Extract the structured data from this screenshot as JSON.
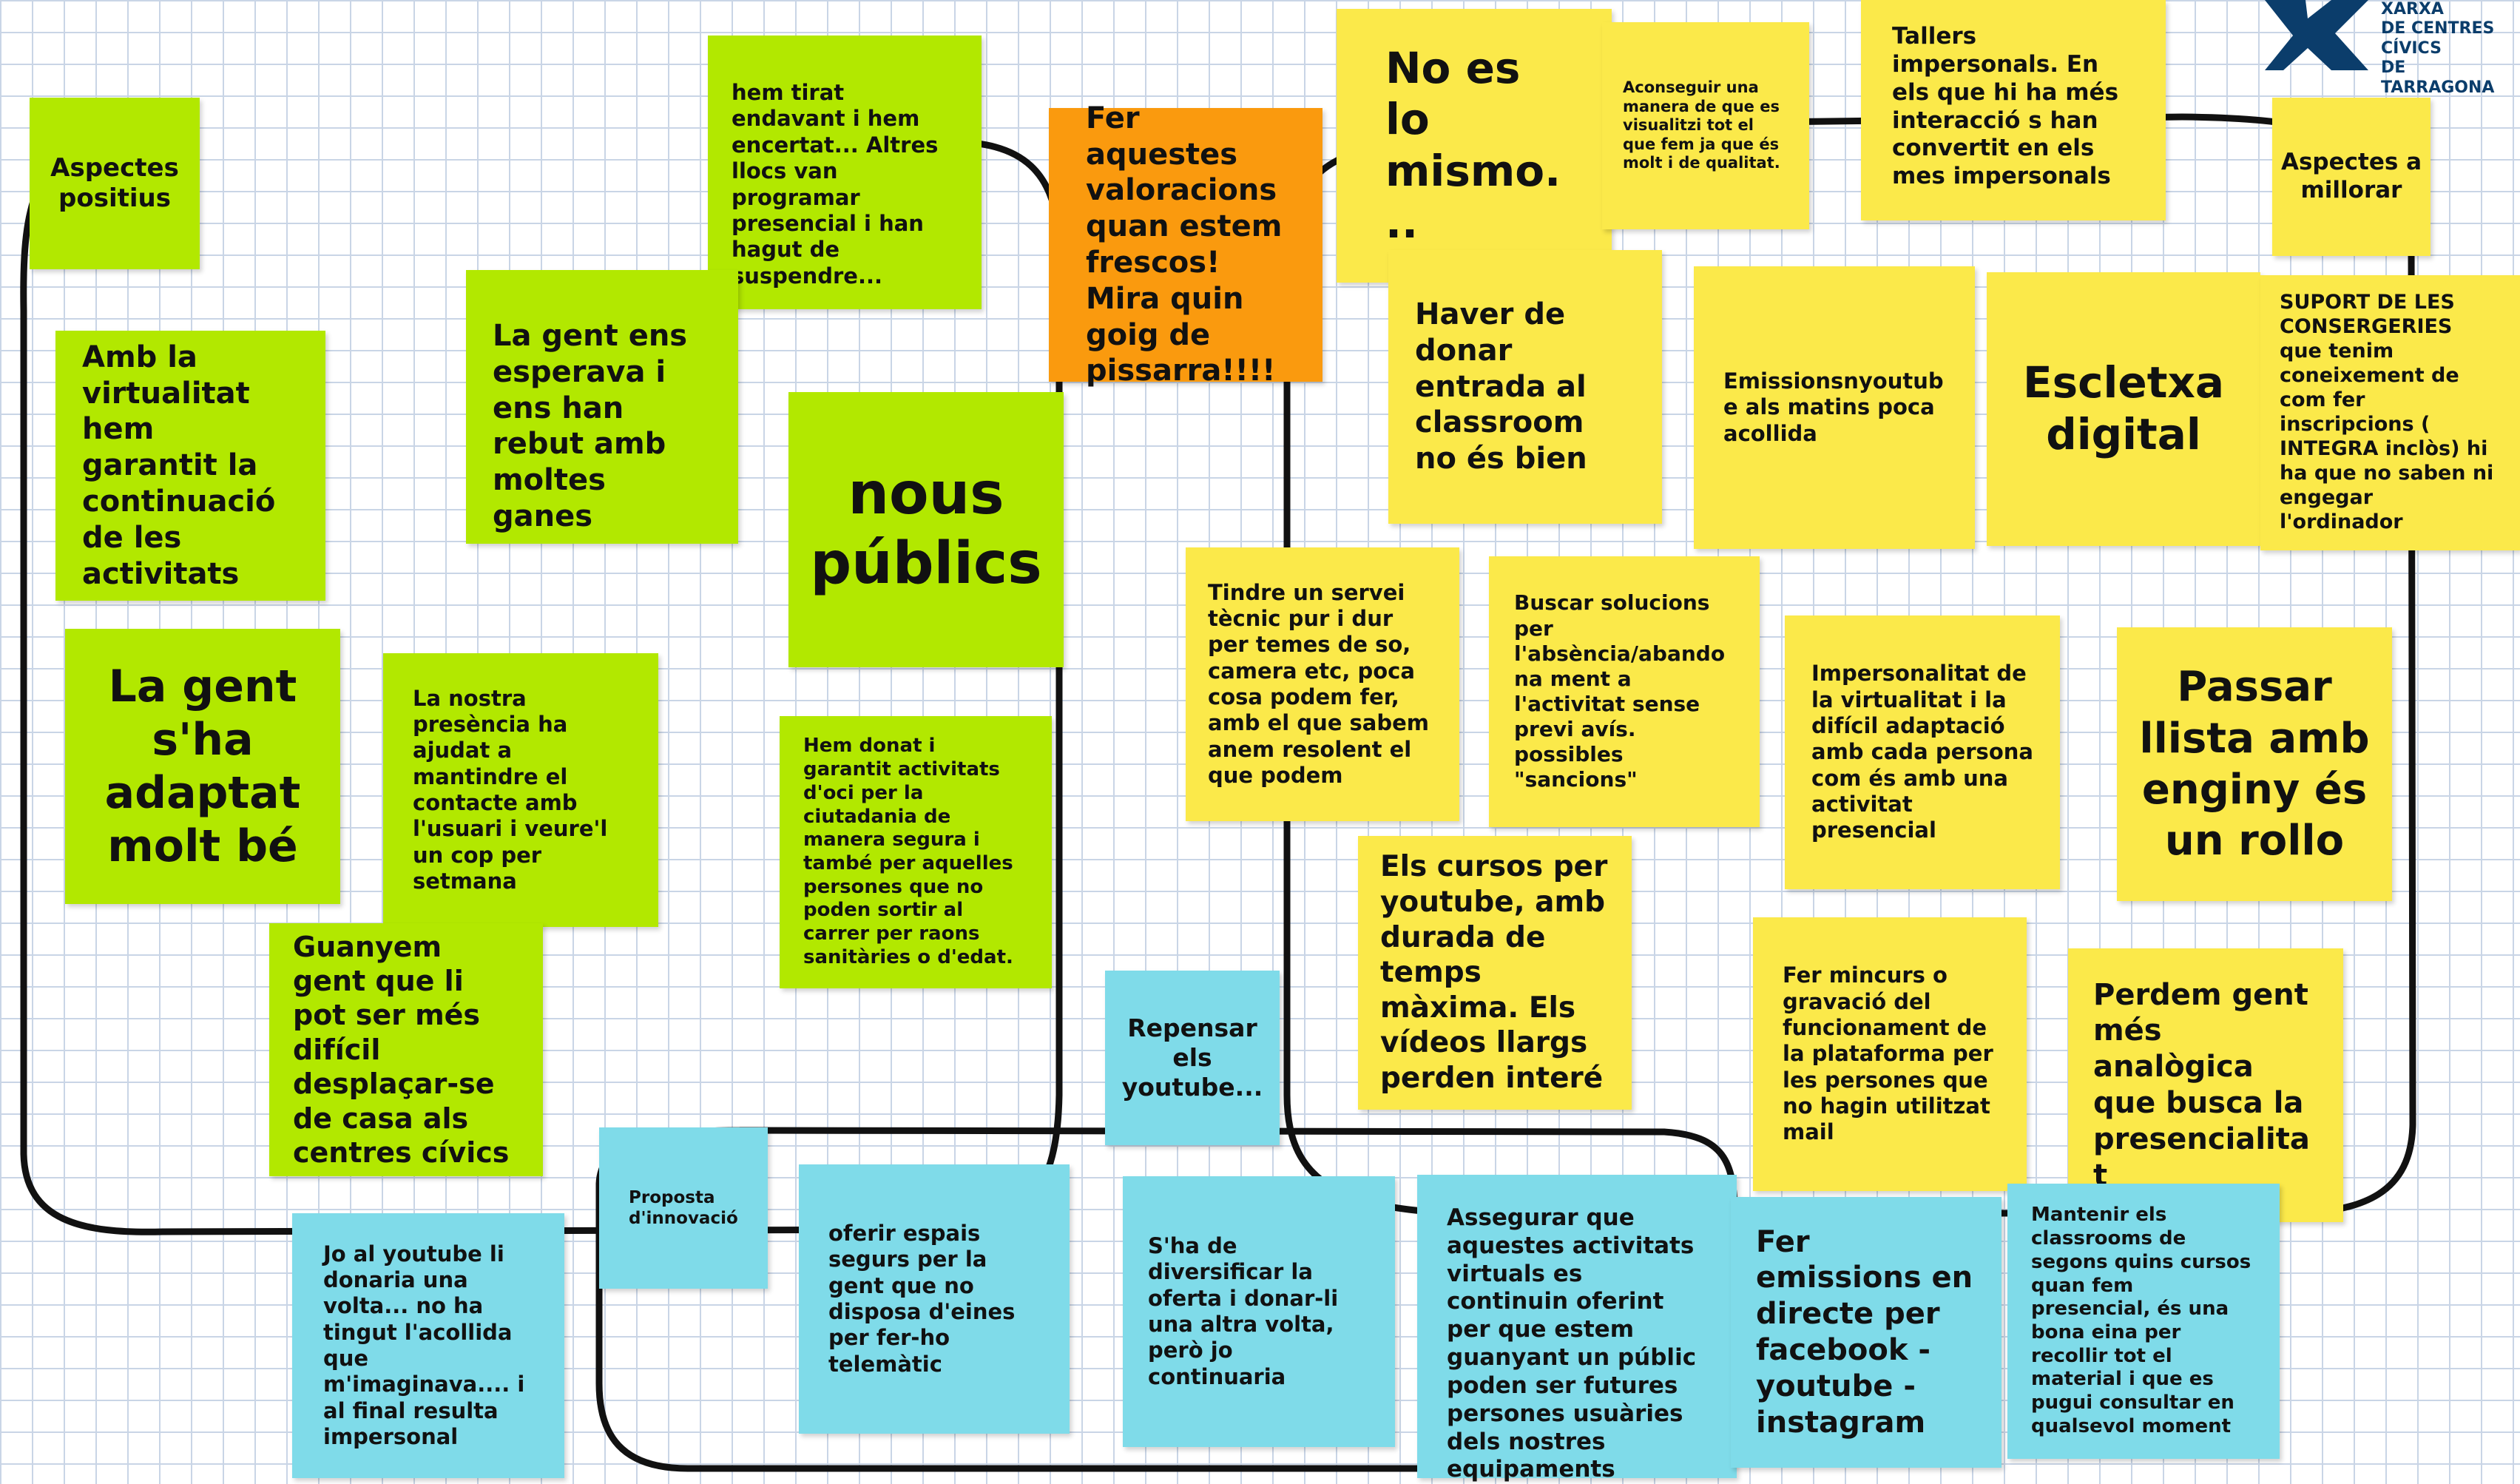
{
  "logo": {
    "lines": [
      "XARXA",
      "DE CENTRES",
      "CÍVICS",
      "DE TARRAGONA"
    ]
  },
  "notes": {
    "aspectes_positius": "Aspectes positius",
    "hem_tirat_endavant": "hem tirat endavant i hem encertat... Altres llocs van programar presencial i han hagut de suspendre...",
    "fer_aquestes_valoracions": "Fer aquestes valoracions quan estem frescos! Mira quin goig de pissarra!!!!",
    "no_es_lo_mismo": "No es lo mismo...",
    "aconseguir_una_manera": "Aconseguir una manera de que es visualitzi tot el que fem ja que és molt i de qualitat.",
    "tallers_impersonals": "Tallers impersonals. En els que hi ha més interacció s han convertit en els mes impersonals",
    "aspectes_a_millorar": "Aspectes a millorar",
    "amb_la_virtualitat": "Amb la virtualitat hem garantit la continuació de les activitats",
    "la_gent_ens_esperava": "La gent ens esperava i ens han rebut amb moltes ganes",
    "nous_publics": "nous públics",
    "haver_de_donar_entrada": "Haver de donar entrada al classroom no és bien",
    "emissions_youtube": "Emissionsnyoutube als matins poca acollida",
    "escletxa_digital": "Escletxa digital",
    "suport_consergeries": "SUPORT DE LES CONSERGERIES  que tenim coneixement de com fer inscripcions ( INTEGRA inclòs) hi ha que no saben ni engegar l'ordinador",
    "la_gent_sha_adaptat": "La gent s'ha adaptat molt bé",
    "la_nostra_presencia": "La nostra presència ha ajudat a mantindre el contacte amb l'usuari i veure'l un cop per setmana",
    "hem_donat_i_garantit": "Hem donat i garantit activitats d'oci per la ciutadania de manera segura i també per aquelles persones que no poden sortir al carrer per raons sanitàries o d'edat.",
    "tindre_un_servei": "Tindre un servei tècnic pur i dur per temes de so, camera etc, poca cosa podem fer, amb el que sabem anem resolent el que podem",
    "buscar_solucions": "Buscar solucions per l'absència/abandona ment a l'activitat sense previ avís. possibles \"sancions\"",
    "impersonalitat": "Impersonalitat de la virtualitat i la difícil adaptació amb cada persona com és amb una activitat presencial",
    "passar_llista": "Passar llista amb enginy és un rollo",
    "guanyem_gent": "Guanyem gent que li pot ser més difícil desplaçar-se de casa als centres cívics",
    "els_cursos_per_youtube": "Els cursos per youtube, amb durada de temps màxima. Els vídeos llargs perden interé",
    "repensar_els_youtube": "Repensar els youtube...",
    "fer_mincurs": "Fer mincurs o gravació del funcionament de la plataforma per les persones que no hagin utilitzat mail",
    "perdem_gent": "Perdem gent més analògica que busca la presencialitat",
    "jo_al_youtube": "Jo al youtube li donaria una volta... no ha tingut l'acollida que m'imaginava.... i al final resulta impersonal",
    "proposta_innovacio": "Proposta d'innovació",
    "oferir_espais_segurs": "oferir espais segurs per la gent que no disposa d'eines per fer-ho telemàtic",
    "sha_de_diversificar": "S'ha de diversificar la oferta i donar-li una altra volta, però jo continuaria",
    "assegurar_que": "Assegurar que aquestes activitats virtuals es continuin oferint per que estem guanyant un públic poden ser futures persones usuàries dels nostres equipaments",
    "fer_emissions": "Fer emissions en directe per facebook - youtube - instagram",
    "mantenir_els_classrooms": "Mantenir els classrooms de segons quins cursos quan fem presencial, és una bona eina per recollir tot el material i que es pugui consultar en qualsevol moment"
  }
}
